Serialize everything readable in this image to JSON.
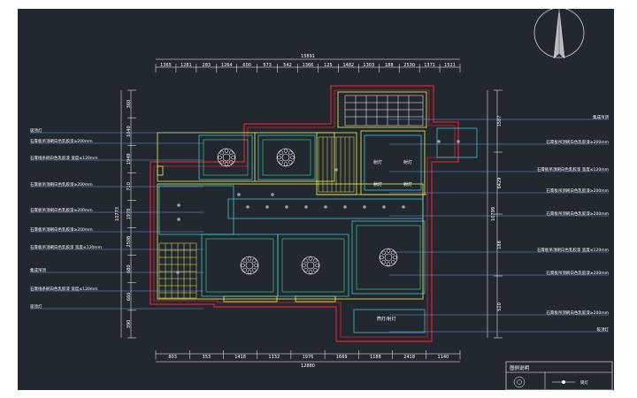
{
  "drawing": {
    "background": "#212830",
    "colors": {
      "wall": "#e02030",
      "yellow": "#f0f050",
      "cyan": "#50d0e0",
      "green": "#3fbf7f",
      "white": "#ffffff",
      "gray": "#9aa0a6"
    },
    "top_dims": {
      "overall": "15891",
      "segments": [
        "1365",
        "1281",
        "283",
        "1264",
        "600",
        "573",
        "542",
        "1366",
        "125",
        "1482",
        "1303",
        "188",
        "2530",
        "1371",
        "1521"
      ]
    },
    "bottom_dims": {
      "overall": "12880",
      "segments": [
        "803",
        "353",
        "1418",
        "1132",
        "1976",
        "1669",
        "1188",
        "2418",
        "1140"
      ]
    },
    "left_dims": {
      "overall": "10773",
      "segments": [
        "360",
        "1040",
        "1949",
        "710",
        "1978",
        "2508",
        "680",
        "660",
        "390"
      ]
    },
    "right_dims": {
      "overall": "10799",
      "segments": [
        "1587",
        "8429",
        "188",
        "510"
      ]
    },
    "left_labels": [
      "吸顶灯",
      "石膏板吊顶刷白色乳胶漆≥200mm",
      "石膏线条刷白色乳胶漆 宽度≤120mm",
      "石膏板吊顶刷白色乳胶漆≥200mm",
      "石膏板吊顶刷白色乳胶漆≥200mm",
      "石膏板吊顶刷白色乳胶漆≥200mm",
      "石膏板吊顶刷白色乳胶漆 宽度≤120mm",
      "集成吊顶",
      "石膏线条刷白色乳胶漆 宽度≤120mm",
      "吸顶灯"
    ],
    "right_labels": [
      "集成吊顶",
      "石膏板吊顶刷白色乳胶漆≥200mm",
      "石膏板吊顶刷白色乳胶漆 宽度≤120mm",
      "石膏板吊顶刷白色乳胶漆≥200mm",
      "石膏板吊顶刷白色乳胶漆≥200mm",
      "石膏板吊顶刷白色乳胶漆 宽度≤120mm",
      "石膏板吊顶刷白色乳胶漆≥200mm",
      "石膏板吊顶刷白色乳胶漆≥200mm",
      "吸顶灯"
    ],
    "fixture_labels": [
      "射灯",
      "射灯",
      "射灯",
      "射灯"
    ],
    "lamp_label": "筒灯/射灯",
    "legend": {
      "title": "图例说明",
      "item_label": "筒灯"
    }
  }
}
